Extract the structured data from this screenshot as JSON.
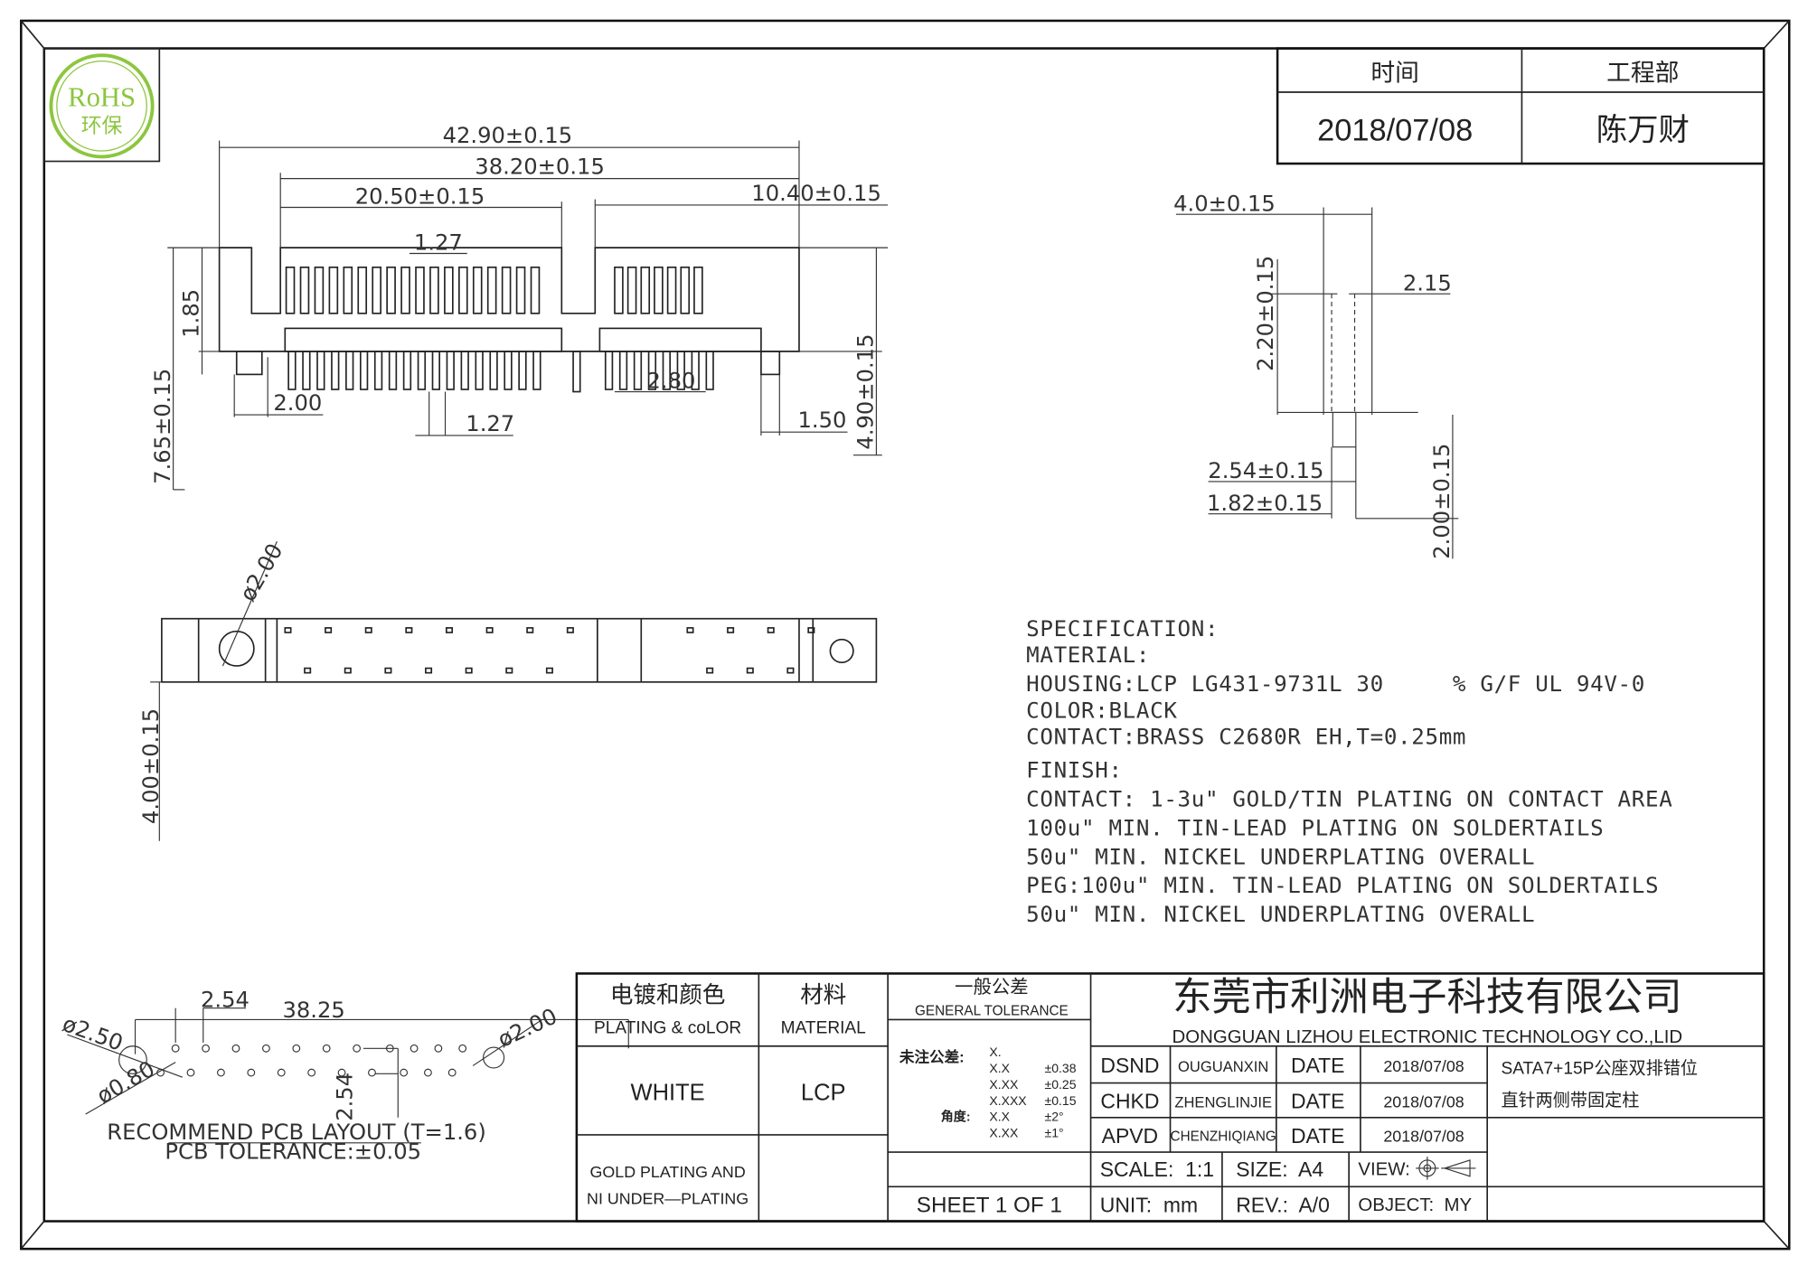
{
  "logo": {
    "text": "RoHS",
    "subtext": "环保",
    "color": "#8cc63f"
  },
  "header_table": {
    "time_label": "时间",
    "dept_label": "工程部",
    "date": "2018/07/08",
    "engineer": "陈万财"
  },
  "front_view": {
    "overall_width": "42.90±0.15",
    "inner_width": "38.20±0.15",
    "signal_width": "20.50±0.15",
    "power_width": "10.40±0.15",
    "top_pitch": "1.27",
    "height_a": "1.85",
    "total_height": "7.65±0.15",
    "peg_offset": "2.00",
    "bottom_pitch": "1.27",
    "gap": "2.80",
    "peg_width": "1.50",
    "pin_length": "4.90±0.15"
  },
  "side_view": {
    "width": "4.0±0.15",
    "top_offset": "2.15",
    "contact_height": "2.20±0.15",
    "row_pitch": "2.54±0.15",
    "row_offset": "1.82±0.15",
    "tail_length": "2.00±0.15"
  },
  "bottom_view": {
    "hole_dia": "ø2.00",
    "depth": "4.00±0.15"
  },
  "pcb_layout": {
    "pitch_x": "2.54",
    "span": "38.25",
    "left_hole": "ø2.50",
    "pin_hole": "ø0.80",
    "pitch_y": "2.54",
    "right_hole": "ø2.00",
    "title": "RECOMMEND  PCB  LAYOUT  (T=1.6)",
    "tolerance": "PCB  TOLERANCE:±0.05"
  },
  "specification": [
    "SPECIFICATION:",
    "MATERIAL:",
    "HOUSING:LCP LG431-9731L 30     % G/F UL 94V-0",
    "COLOR:BLACK",
    "CONTACT:BRASS C2680R EH,T=0.25mm",
    "FINISH:",
    "CONTACT: 1-3u\" GOLD/TIN PLATING ON CONTACT AREA",
    "100u\" MIN. TIN-LEAD PLATING ON SOLDERTAILS",
    "50u\" MIN. NICKEL UNDERPLATING OVERALL",
    "PEG:100u\" MIN. TIN-LEAD PLATING ON SOLDERTAILS",
    "50u\" MIN. NICKEL UNDERPLATING OVERALL"
  ],
  "title_block": {
    "plating_cn": "电镀和颜色",
    "plating_en": "PLATING & coLOR",
    "material_cn": "材料",
    "material_en": "MATERIAL",
    "color_value": "WHITE",
    "material_value": "LCP",
    "plating_value_1": "GOLD PLATING AND",
    "plating_value_2": "NI UNDER—PLATING",
    "tolerance_cn": "一般公差",
    "tolerance_en": "GENERAL TOLERANCE",
    "tolerance_label": "未注公差:",
    "angle_label": "角度:",
    "tolerances": [
      {
        "fmt": "X.",
        "val": ""
      },
      {
        "fmt": "X.X",
        "val": "±0.38"
      },
      {
        "fmt": "X.XX",
        "val": "±0.25"
      },
      {
        "fmt": "X.XXX",
        "val": "±0.15"
      }
    ],
    "angles": [
      {
        "fmt": "X.X",
        "val": "±2°"
      },
      {
        "fmt": "X.XX",
        "val": "±1°"
      }
    ],
    "company_cn": "东莞市利洲电子科技有限公司",
    "company_en": "DONGGUAN LIZHOU ELECTRONIC TECHNOLOGY CO.,LID",
    "signoffs": [
      {
        "role": "DSND",
        "name": "OUGUANXIN",
        "date_label": "DATE",
        "date": "2018/07/08"
      },
      {
        "role": "CHKD",
        "name": "ZHENGLINJIE",
        "date_label": "DATE",
        "date": "2018/07/08"
      },
      {
        "role": "APVD",
        "name": "CHENZHIQIANG",
        "date_label": "DATE",
        "date": "2018/07/08"
      }
    ],
    "description_1": "SATA7+15P公座双排错位",
    "description_2": "直针两侧带固定柱",
    "scale": "SCALE:  1:1",
    "size": "SIZE:  A4",
    "view": "VIEW:",
    "sheet": "SHEET 1 OF 1",
    "unit": "UNIT:  mm",
    "rev": "REV.:  A/0",
    "object": "OBJECT:  MY"
  }
}
